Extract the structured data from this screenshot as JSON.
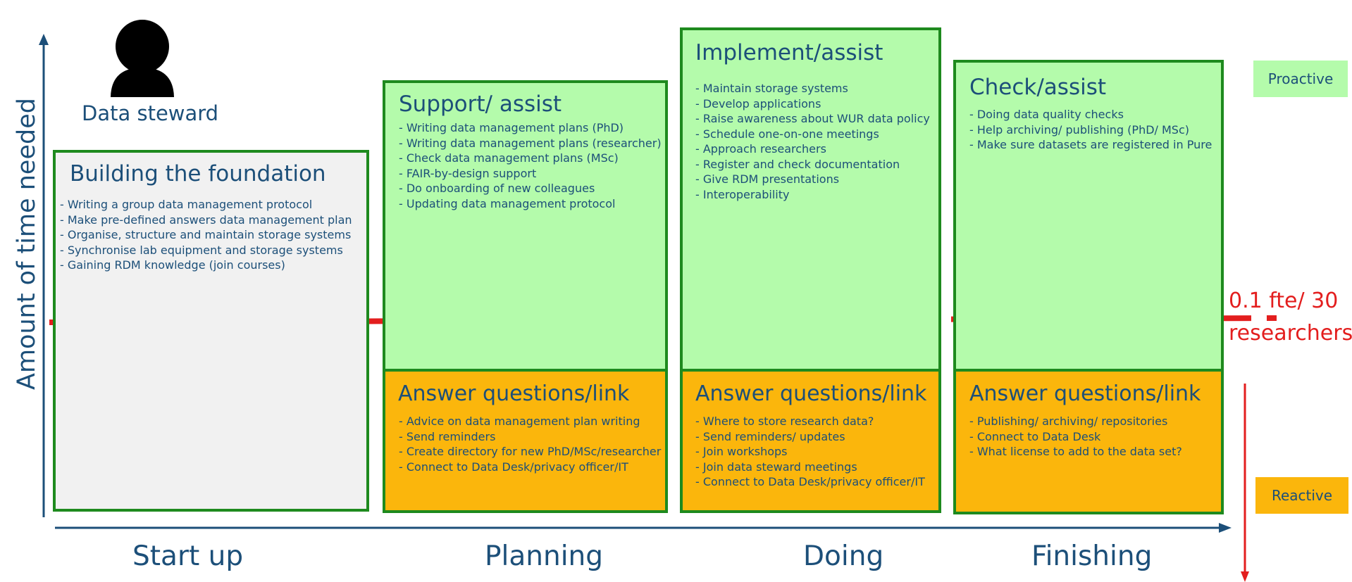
{
  "y_axis_label": "Amount of time needed",
  "role": {
    "label": "Data steward",
    "icon": "person-icon"
  },
  "phases": [
    "Start up",
    "Planning",
    "Doing",
    "Finishing"
  ],
  "foundation": {
    "title": "Building the foundation",
    "items": [
      "- Writing a group data management protocol",
      "- Make pre-defined answers data management plan",
      "- Organise, structure and maintain storage systems",
      "- Synchronise lab equipment and storage systems",
      "- Gaining RDM knowledge (join courses)"
    ]
  },
  "proactive_blocks": [
    {
      "title": "Support/ assist",
      "items": [
        "- Writing data management plans (PhD)",
        "- Writing data management plans (researcher)",
        "- Check data management plans (MSc)",
        "- FAIR-by-design support",
        "- Do onboarding of new colleagues",
        "- Updating data management protocol"
      ]
    },
    {
      "title": "Implement/assist",
      "items": [
        "- Maintain storage systems",
        "- Develop applications",
        "- Raise awareness about WUR data policy",
        "- Schedule one-on-one meetings",
        "- Approach researchers",
        "- Register and check documentation",
        "- Give RDM presentations",
        "- Interoperability"
      ]
    },
    {
      "title": "Check/assist",
      "items": [
        "- Doing data quality checks",
        "- Help archiving/ publishing (PhD/ MSc)",
        "- Make sure datasets are registered in Pure"
      ]
    }
  ],
  "reactive_blocks": [
    {
      "title": "Answer questions/link",
      "items": [
        "- Advice on data management plan writing",
        "- Send reminders",
        "- Create directory for new PhD/MSc/researcher",
        "- Connect to Data Desk/privacy officer/IT"
      ]
    },
    {
      "title": "Answer questions/link",
      "items": [
        "- Where to store research data?",
        "- Send reminders/ updates",
        "- Join workshops",
        "- Join data steward meetings",
        "- Connect to Data Desk/privacy officer/IT"
      ]
    },
    {
      "title": "Answer questions/link",
      "items": [
        "- Publishing/ archiving/ repositories",
        "- Connect to Data Desk",
        "- What license to add to the data set?"
      ]
    }
  ],
  "tags": {
    "proactive": "Proactive",
    "reactive": "Reactive"
  },
  "capacity_line": {
    "line1": "0.1 fte/ 30",
    "line2": "researchers"
  },
  "colors": {
    "proactive": "#b4fbab",
    "reactive": "#fbb60c",
    "foundation": "#f1f1f1",
    "border": "#1e8a1e",
    "text": "#1c4f79",
    "capacity": "#e31e1e"
  }
}
